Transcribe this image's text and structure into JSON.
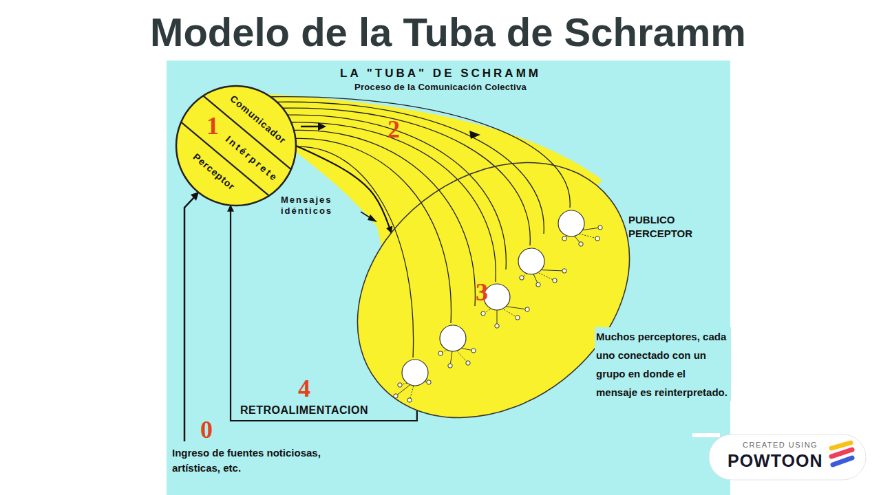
{
  "diagram": {
    "title": "Modelo de la Tuba de Schramm",
    "nodes": [
      {
        "text": [
          "Comunicador",
          "Intérprete",
          "Perceptor"
        ]
      },
      {
        "text": [
          "PUBLICO PERCEPTOR",
          "Muchos perceptores, cada uno conectado con un grupo en donde el mensaje es reinterpretado."
        ]
      }
    ],
    "edges": [
      {
        "from": 0,
        "to": 1,
        "arrow": "to"
      },
      {
        "from": 1,
        "to": 0,
        "arrow": "to",
        "label": "RETROALIMENTACION"
      }
    ],
    "labels": [
      "LA \"TUBA\" DE SCHRAMM",
      "Proceso de la Comunicación Colectiva",
      "1",
      "2",
      "Mensajes idénticos",
      "3",
      "4",
      "0",
      "Ingreso de fuentes noticiosas, artísticas, etc.",
      "CREATED USING",
      "POWTOON"
    ]
  }
}
